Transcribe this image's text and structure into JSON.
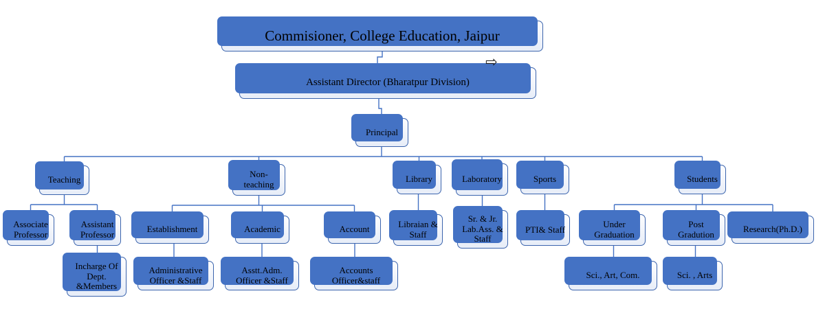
{
  "chart_title": "College administration organization chart",
  "colors": {
    "accent": "#4472c4",
    "node_border": "#3b64ad",
    "node_fill": "#e7edf8",
    "connector": "#4472c4"
  },
  "decorations": {
    "arrow_glyph": "⇨"
  },
  "nodes": {
    "commissioner": {
      "label": "Commisioner, College Education, Jaipur"
    },
    "assistant_director": {
      "label": "Assistant Director (Bharatpur Division)"
    },
    "principal": {
      "label": "Principal"
    },
    "teaching": {
      "label": "Teaching"
    },
    "non_teaching": {
      "label": "Non-teaching"
    },
    "library": {
      "label": "Library"
    },
    "laboratory": {
      "label": "Laboratory"
    },
    "sports": {
      "label": "Sports"
    },
    "students": {
      "label": "Students"
    },
    "associate_professor": {
      "label": "Associate Professor"
    },
    "assistant_professor": {
      "label": "Assistant Professor"
    },
    "establishment": {
      "label": "Establishment"
    },
    "academic": {
      "label": "Academic"
    },
    "account": {
      "label": "Account"
    },
    "librarian_staff": {
      "label": "Libraian & Staff"
    },
    "lab_assistants": {
      "label": "Sr. & Jr. Lab.Ass. & Staff"
    },
    "pti_staff": {
      "label": "PTI& Staff"
    },
    "under_graduation": {
      "label": "Under Graduation"
    },
    "post_graduation": {
      "label": "Post Gradution"
    },
    "research": {
      "label": "Research(Ph.D.)"
    },
    "incharge": {
      "label": "Incharge Of Dept. &Members"
    },
    "administrative_officer": {
      "label": "Administrative Officer &Staff"
    },
    "asstt_adm_officer": {
      "label": "Asstt.Adm. Officer &Staff"
    },
    "accounts_officer": {
      "label": "Accounts Officer&staff"
    },
    "sci_art_com": {
      "label": "Sci., Art, Com."
    },
    "sci_arts": {
      "label": "Sci. , Arts"
    }
  },
  "edges": [
    [
      "commissioner",
      "assistant_director"
    ],
    [
      "assistant_director",
      "principal"
    ],
    [
      "principal",
      "teaching"
    ],
    [
      "principal",
      "non_teaching"
    ],
    [
      "principal",
      "library"
    ],
    [
      "principal",
      "laboratory"
    ],
    [
      "principal",
      "sports"
    ],
    [
      "principal",
      "students"
    ],
    [
      "teaching",
      "associate_professor"
    ],
    [
      "teaching",
      "assistant_professor"
    ],
    [
      "assistant_professor",
      "incharge"
    ],
    [
      "non_teaching",
      "establishment"
    ],
    [
      "non_teaching",
      "academic"
    ],
    [
      "non_teaching",
      "account"
    ],
    [
      "establishment",
      "administrative_officer"
    ],
    [
      "academic",
      "asstt_adm_officer"
    ],
    [
      "account",
      "accounts_officer"
    ],
    [
      "library",
      "librarian_staff"
    ],
    [
      "laboratory",
      "lab_assistants"
    ],
    [
      "sports",
      "pti_staff"
    ],
    [
      "students",
      "under_graduation"
    ],
    [
      "students",
      "post_graduation"
    ],
    [
      "students",
      "research"
    ],
    [
      "under_graduation",
      "sci_art_com"
    ],
    [
      "post_graduation",
      "sci_arts"
    ]
  ]
}
